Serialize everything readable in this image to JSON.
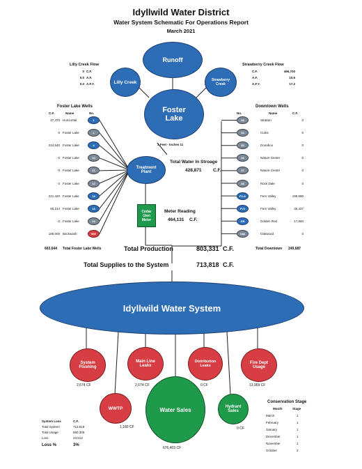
{
  "header": {
    "title": "Idyllwild Water District",
    "subtitle": "Water System Schematic For Operations Report",
    "period": "March 2021"
  },
  "lilly_flow": {
    "title": "Lilly Creek Flow",
    "rows": [
      {
        "value": "0",
        "unit": "C.F."
      },
      {
        "value": "0.0",
        "unit": "A.F."
      },
      {
        "value": "0.0",
        "unit": "A.F.Y."
      }
    ]
  },
  "strawberry_flow": {
    "title": "Strawberry Creek Flow",
    "rows": [
      {
        "unit": "C.F.",
        "value": "466,700"
      },
      {
        "unit": "A.F.",
        "value": "10.6"
      },
      {
        "unit": "A.F.Y.",
        "value": "17.2"
      }
    ]
  },
  "nodes": {
    "runoff": "Runoff",
    "lilly": "Lilly Creek",
    "strawberry": "Strawberry Creek",
    "foster": "Foster Lake",
    "treatment": "Treatment Plant",
    "meter": "Cedar Glen Meter",
    "system": "Idyllwild Water System"
  },
  "foster_level": "3 Feet - Inches 11",
  "storage": {
    "label": "Total Water In Stroage",
    "value": "428,871",
    "unit": "C.F."
  },
  "meter_reading": {
    "label": "Meter Reading",
    "value": "464,131",
    "unit": "C.F."
  },
  "foster_wells": {
    "title": "Foster Lake Wells",
    "headers": {
      "cf": "C.F.",
      "name": "Name",
      "no": "No."
    },
    "rows": [
      {
        "cf": "47,470",
        "name": "Horizontal",
        "no": "1",
        "color": "blue"
      },
      {
        "cf": "0",
        "name": "Foster Lake",
        "no": "2",
        "color": "gray"
      },
      {
        "cf": "224,540",
        "name": "Foster Lake",
        "no": "4",
        "color": "blue"
      },
      {
        "cf": "0",
        "name": "Foster Lake",
        "no": "10",
        "color": "gray"
      },
      {
        "cf": "0",
        "name": "Foster Lake",
        "no": "11",
        "color": "gray"
      },
      {
        "cf": "0",
        "name": "Foster Lake",
        "no": "12",
        "color": "gray"
      },
      {
        "cf": "221,420",
        "name": "Foster Lake",
        "no": "13",
        "color": "blue"
      },
      {
        "cf": "60,214",
        "name": "Foster Lake",
        "no": "15",
        "color": "blue"
      },
      {
        "cf": "0",
        "name": "Foster Lake",
        "no": "16",
        "color": "gray"
      },
      {
        "cf": "185,000",
        "name": "Backwash",
        "no": "BW",
        "color": "red"
      }
    ],
    "total_value": "663,644",
    "total_label": "Total Foster Lake Wells"
  },
  "downtown_wells": {
    "title": "Downtown Wells",
    "headers": {
      "no": "No.",
      "name": "Name",
      "cf": "C.F."
    },
    "rows": [
      {
        "no": "33",
        "name": "Stratton",
        "cf": "0",
        "color": "gray"
      },
      {
        "no": "34",
        "name": "Curtis",
        "cf": "0",
        "color": "gray"
      },
      {
        "no": "35",
        "name": "Donahoo",
        "cf": "0",
        "color": "gray"
      },
      {
        "no": "36",
        "name": "Nature Center",
        "cf": "0",
        "color": "gray"
      },
      {
        "no": "37",
        "name": "Nature Center",
        "cf": "0",
        "color": "gray"
      },
      {
        "no": "38",
        "name": "Rock Dale",
        "cf": "0",
        "color": "gray"
      },
      {
        "no": "FV-A",
        "name": "Fern Valley",
        "cf": "195,590",
        "color": "blue"
      },
      {
        "no": "FV2",
        "name": "Fern Valley",
        "cf": "36,437",
        "color": "blue"
      },
      {
        "no": "GR",
        "name": "Golden Rod",
        "cf": "17,660",
        "color": "blue"
      },
      {
        "no": "Oak",
        "name": "Oakwood",
        "cf": "0",
        "color": "gray"
      }
    ],
    "total_label": "Total Downtown",
    "total_value": "249,687"
  },
  "total_production": {
    "label": "Total Production",
    "value": "803,331",
    "unit": "C.F."
  },
  "total_supplies": {
    "label": "Total Supplies to the System",
    "value": "713,818",
    "unit": "C.F."
  },
  "outputs": {
    "flushing": {
      "label": "System Flushing",
      "value": "2,674 CF"
    },
    "leaks": {
      "label": "Main Line Leaks",
      "value": "2,674 CF"
    },
    "dist_leaks": {
      "label": "Distribution Leaks",
      "value": "0 CF"
    },
    "fire": {
      "label": "Fire Dept Usage",
      "value": "13,969 CF"
    },
    "wwtp": {
      "label": "WWTP",
      "value": "1,180 CF"
    },
    "sales": {
      "label": "Water Sales",
      "value": "676,403 CF"
    },
    "hydrant": {
      "label": "Hydrant Sales",
      "value": "0 CF"
    }
  },
  "loss": {
    "headers": {
      "label": "System Loss",
      "cf": "C.F."
    },
    "rows": [
      {
        "label": "Total System",
        "value": "713,818"
      },
      {
        "label": "Total Usage",
        "value": "690,305"
      },
      {
        "label": "Loss",
        "value": "23,513"
      }
    ],
    "pct_label": "Loss %",
    "pct_value": "3%"
  },
  "conservation": {
    "title": "Conservation Stage",
    "headers": {
      "month": "Month",
      "stage": "Stage"
    },
    "rows": [
      {
        "month": "March",
        "stage": "1"
      },
      {
        "month": "February",
        "stage": "1"
      },
      {
        "month": "January",
        "stage": "1"
      },
      {
        "month": "December",
        "stage": "1"
      },
      {
        "month": "November",
        "stage": "1"
      },
      {
        "month": "October",
        "stage": "2"
      }
    ]
  },
  "colors": {
    "blue": "#2d6db5",
    "red": "#d73e44",
    "green": "#1f9a4b",
    "gray": "#7d8a98"
  }
}
